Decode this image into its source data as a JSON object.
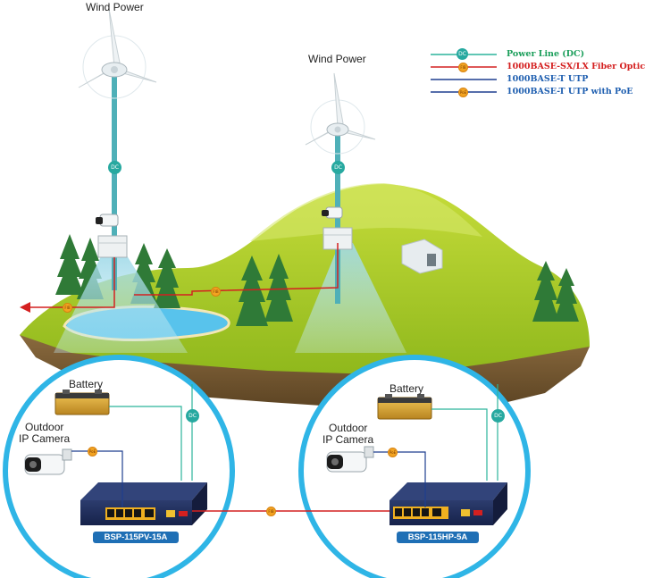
{
  "labels": {
    "wind_power_left": "Wind Power",
    "wind_power_right": "Wind Power",
    "battery_left": "Battery",
    "battery_right": "Battery",
    "camera_left_line1": "Outdoor",
    "camera_left_line2": "IP Camera",
    "camera_right_line1": "Outdoor",
    "camera_right_line2": "IP Camera"
  },
  "legend": [
    {
      "label": "Power Line (DC)",
      "color": "#1a9e5a",
      "line_color": "#2bb39b",
      "dot": "DC"
    },
    {
      "label": "1000BASE-SX/LX Fiber Optic",
      "color": "#d42020",
      "line_color": "#d42020",
      "dot": "FIB"
    },
    {
      "label": "1000BASE-T UTP",
      "color": "#1f5fb0",
      "line_color": "#1f3f8f",
      "dot": ""
    },
    {
      "label": "1000BASE-T UTP with PoE",
      "color": "#1f5fb0",
      "line_color": "#1f3f8f",
      "dot": "PoE"
    }
  ],
  "switches": {
    "left_model": "BSP-115PV-15A",
    "right_model": "BSP-115HP-5A"
  },
  "badges": {
    "dc": "DC",
    "fiber": "FIB",
    "poe": "PoE"
  },
  "colors": {
    "circle_border": "#2fb5e6",
    "grass": "#9cc21f",
    "water": "#5cc8ef",
    "dc_line": "#2bb39b",
    "fiber_line": "#d42020",
    "utp_line": "#1f3f8f",
    "badge_bg": "#1f6fb5"
  }
}
